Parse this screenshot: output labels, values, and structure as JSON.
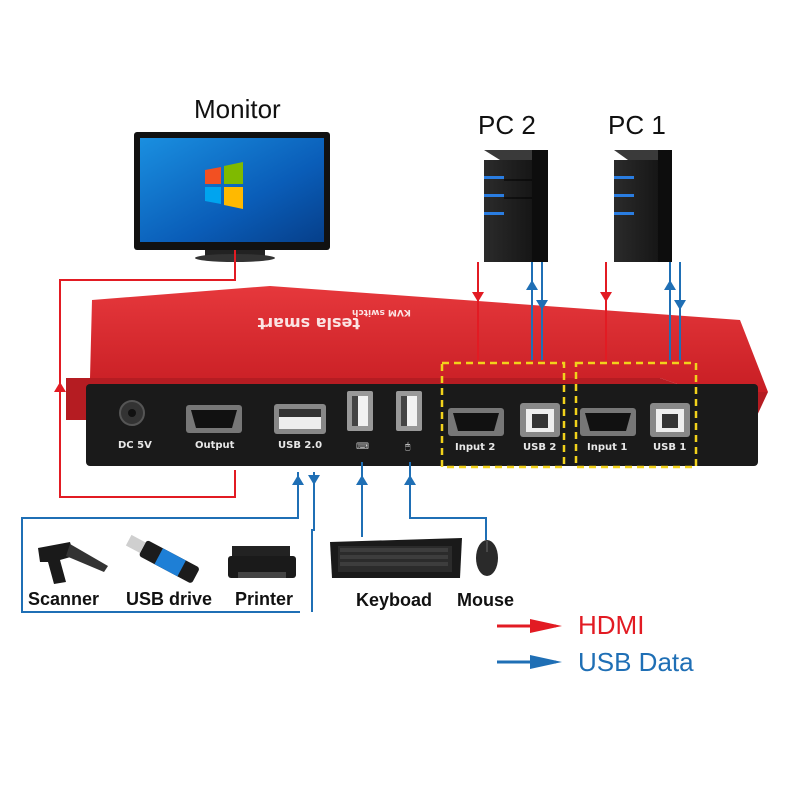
{
  "labels": {
    "monitor": "Monitor",
    "pc2": "PC 2",
    "pc1": "PC 1",
    "scanner": "Scanner",
    "usb_drive": "USB drive",
    "printer": "Printer",
    "keyboard": "Keybоad",
    "mouse": "Mouse"
  },
  "device": {
    "brand": "tesla smart",
    "model": "KVM switch",
    "ports": {
      "dc": "DC 5V",
      "output": "Output",
      "usb20": "USB 2.0",
      "input2": "Input 2",
      "usb2": "USB 2",
      "input1": "Input 1",
      "usb1": "USB 1"
    }
  },
  "legend": {
    "hdmi": "HDMI",
    "usb": "USB Data"
  },
  "colors": {
    "hdmi": "#e21b23",
    "usb": "#1f6fb5",
    "case_red": "#d8262c",
    "highlight": "#f2d21b"
  }
}
